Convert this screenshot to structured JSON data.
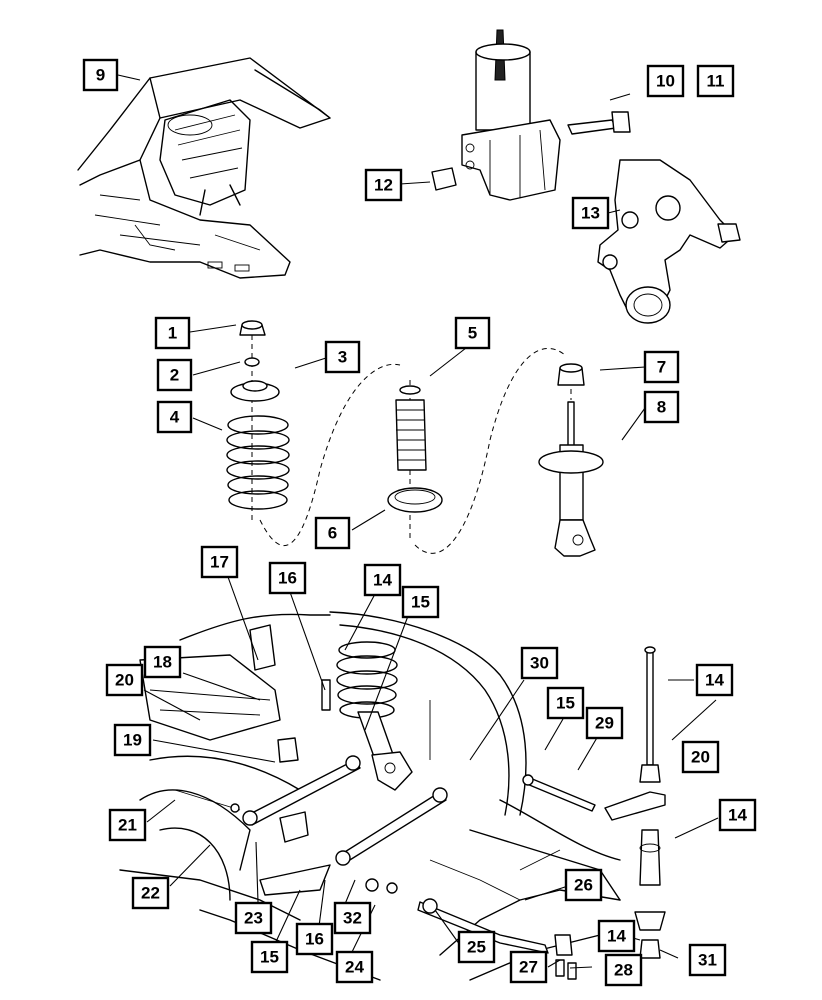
{
  "callouts": [
    {
      "id": "c9",
      "label": "9"
    },
    {
      "id": "c10",
      "label": "10"
    },
    {
      "id": "c11",
      "label": "11"
    },
    {
      "id": "c12",
      "label": "12"
    },
    {
      "id": "c13",
      "label": "13"
    },
    {
      "id": "c1",
      "label": "1"
    },
    {
      "id": "c2",
      "label": "2"
    },
    {
      "id": "c3",
      "label": "3"
    },
    {
      "id": "c4",
      "label": "4"
    },
    {
      "id": "c5",
      "label": "5"
    },
    {
      "id": "c6",
      "label": "6"
    },
    {
      "id": "c7",
      "label": "7"
    },
    {
      "id": "c8",
      "label": "8"
    },
    {
      "id": "c17",
      "label": "17"
    },
    {
      "id": "c16a",
      "label": "16"
    },
    {
      "id": "c14a",
      "label": "14"
    },
    {
      "id": "c15a",
      "label": "15"
    },
    {
      "id": "c18",
      "label": "18"
    },
    {
      "id": "c20a",
      "label": "20"
    },
    {
      "id": "c30",
      "label": "30"
    },
    {
      "id": "c15b",
      "label": "15"
    },
    {
      "id": "c29",
      "label": "29"
    },
    {
      "id": "c14b",
      "label": "14"
    },
    {
      "id": "c20b",
      "label": "20"
    },
    {
      "id": "c19",
      "label": "19"
    },
    {
      "id": "c21",
      "label": "21"
    },
    {
      "id": "c14c",
      "label": "14"
    },
    {
      "id": "c22",
      "label": "22"
    },
    {
      "id": "c23",
      "label": "23"
    },
    {
      "id": "c26",
      "label": "26"
    },
    {
      "id": "c32",
      "label": "32"
    },
    {
      "id": "c16b",
      "label": "16"
    },
    {
      "id": "c15c",
      "label": "15"
    },
    {
      "id": "c14d",
      "label": "14"
    },
    {
      "id": "c24",
      "label": "24"
    },
    {
      "id": "c25",
      "label": "25"
    },
    {
      "id": "c27",
      "label": "27"
    },
    {
      "id": "c28",
      "label": "28"
    },
    {
      "id": "c31",
      "label": "31"
    }
  ]
}
